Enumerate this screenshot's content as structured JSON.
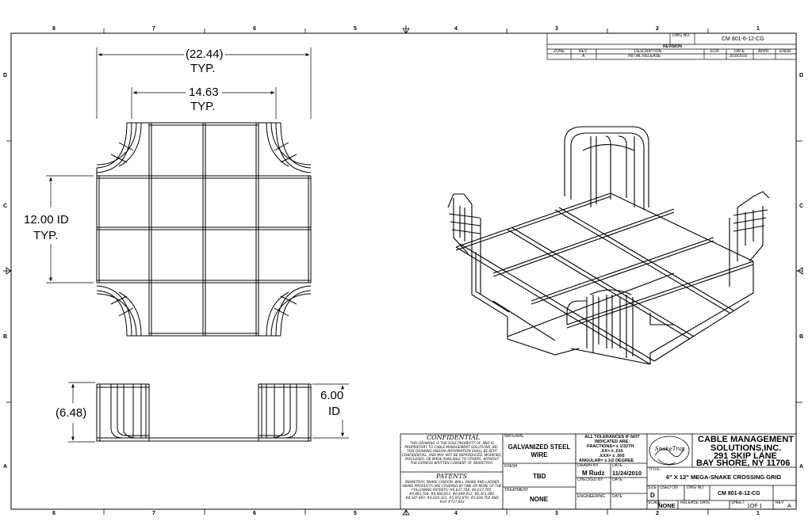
{
  "zones": {
    "columns": [
      "8",
      "7",
      "6",
      "5",
      "4",
      "3",
      "2",
      "1"
    ],
    "rows": [
      "D",
      "C",
      "B",
      "A"
    ]
  },
  "dimensions": {
    "overall_width": "(22.44)",
    "overall_width_note": "TYP.",
    "inner_width": "14.63",
    "inner_width_note": "TYP.",
    "id_value": "12.00 ID",
    "id_note": "TYP.",
    "side_height": "(6.48)",
    "depth_value": "6.00",
    "depth_note": "ID"
  },
  "revision_block": {
    "dwg_no_label": "DWG NO.",
    "dwg_no": "CM 801-6-12-CG",
    "title": "REVISION",
    "headers": [
      "ZONE",
      "REV",
      "DESCRIPTION",
      "ECN",
      "DATE",
      "APPR",
      "ENGR"
    ],
    "rows": [
      {
        "zone": "",
        "rev": "A",
        "description": "INITIAL RELEASE",
        "ecn": "",
        "date": "3/18/2010",
        "appr": "",
        "engr": ""
      }
    ]
  },
  "confidential": {
    "title": "CONFIDENTIAL",
    "text": "THIS DRAWING IS THE SOLE PROPERTY OF, AND IS PROPRIETARY TO CABLE MANAGEMENT SOLUTIONS, INC. THIS DRAWING AND/OR INFORMATION SHALL BE KEPT CONFIDENTIAL, AND MAY NOT BE REPRODUCED, MODIFIED, DISCLOSED, OR MADE AVAILABLE TO OTHERS, WITHOUT THE EXPRESS WRITTEN CONSENT OF SNAKETRAY.",
    "patents_title": "PATENTS",
    "patents_text": "SNAKETRAY, SNAKE CANYON, WALL SNAKE AND LADDER SNAKE PRODUCTS ARE COVERED BY ONE OR MORE OF THE FOLLOWING PATENTS: #6,637,704, #6,637,705, #6,463,704, #6,460,812, #6,449,912, #6,361,000, #6,347,493, #6,019,323, #5,953,870, #5,839,702 AND #US #737,803"
  },
  "title_block": {
    "material_label": "MATERIAL",
    "material": "GALVANIZED STEEL WIRE",
    "finish_label": "FINISH",
    "finish": "TBD",
    "treatment_label": "TREATMENT",
    "treatment": "NONE",
    "tolerances_title": "ALL TOLERANCES IF NOT INDICATED ARE:",
    "tolerances": [
      "FRACTIONS= ± 1/32TH",
      ".XX= ± .015",
      ".XXX= ± .005",
      "ANGULAR= ± 1/2 DEGREE"
    ],
    "drawn_by_label": "DRAWN BY",
    "drawn_by": "M Rudz",
    "date_label": "DATE",
    "drawn_date": "11/24/2010",
    "checked_by_label": "CHECKED BY",
    "checked_date_label": "DATE",
    "engineering_label": "ENGINEERING",
    "engineering_date_label": "DATE",
    "logo_text": "SnakeTray",
    "company": [
      "CABLE MANAGEMENT",
      "SOLUTIONS,INC.",
      "291 SKIP LANE",
      "BAY SHORE, NY 11706"
    ],
    "title_label": "TITLE:",
    "title": "6\" X 12\" MEGA-SNAKE CROSSING GRID",
    "size_label": "SIZE",
    "size": "D",
    "used_on_label": "USED ON",
    "dwg_no_label": "DWG NO",
    "dwg_no": "CM 801-6-12-CG",
    "scale_label": "SCALE",
    "scale": "NONE",
    "release_date_label": "RELEASE DATE",
    "sheet_label": "SHEET",
    "sheet": "1OF 1",
    "rev_label": "REV",
    "rev": "A"
  }
}
